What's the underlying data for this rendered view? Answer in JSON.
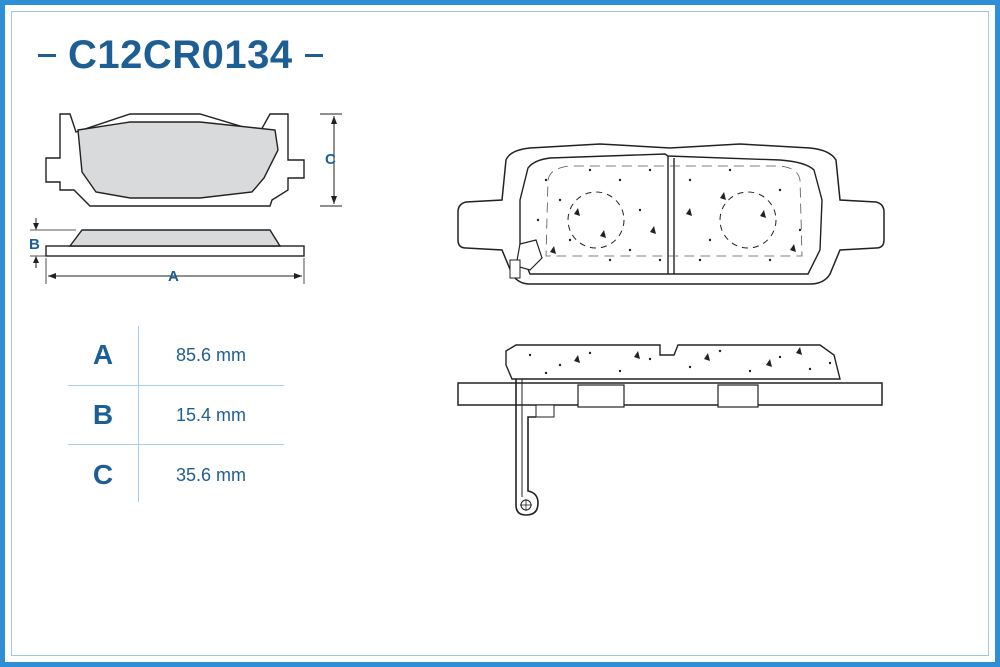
{
  "title": "C12CR0134",
  "diagram_labels": {
    "a": "A",
    "b": "B",
    "c": "C"
  },
  "dimensions": [
    {
      "label": "A",
      "value": "85.6 mm"
    },
    {
      "label": "B",
      "value": "15.4 mm"
    },
    {
      "label": "C",
      "value": "35.6 mm"
    }
  ],
  "colors": {
    "frame": "#2e8fd6",
    "accent": "#1d5f95",
    "pad_fill": "#d9dadc",
    "table_line": "#a9cfe9"
  }
}
